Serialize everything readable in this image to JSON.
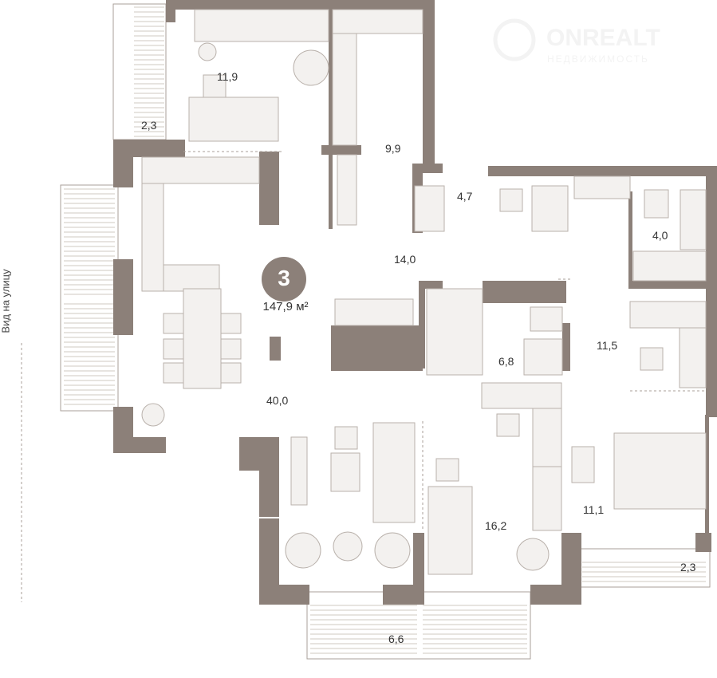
{
  "plan": {
    "room_count": "3",
    "total_area": "147,9 м²",
    "street_view_label": "Вид на улицу",
    "rooms": [
      {
        "name": "bedroom-top",
        "area": "11,9"
      },
      {
        "name": "balcony-top-left",
        "area": "2,3"
      },
      {
        "name": "dressing-top",
        "area": "9,9"
      },
      {
        "name": "hall-entry",
        "area": "4,7"
      },
      {
        "name": "bathroom-right",
        "area": "4,0"
      },
      {
        "name": "corridor",
        "area": "14,0"
      },
      {
        "name": "kitchen-living",
        "area": "40,0"
      },
      {
        "name": "bathroom-center",
        "area": "6,8"
      },
      {
        "name": "room-right",
        "area": "11,5"
      },
      {
        "name": "bedroom-center",
        "area": "16,2"
      },
      {
        "name": "bedroom-right",
        "area": "11,1"
      },
      {
        "name": "balcony-bottom-right",
        "area": "2,3"
      },
      {
        "name": "balcony-bottom",
        "area": "6,6"
      }
    ]
  },
  "logo": {
    "name": "ONREALT",
    "subtitle": "НЕДВИЖИМОСТЬ"
  },
  "colors": {
    "wall": "#8c8079",
    "badge": "#8c8079"
  }
}
